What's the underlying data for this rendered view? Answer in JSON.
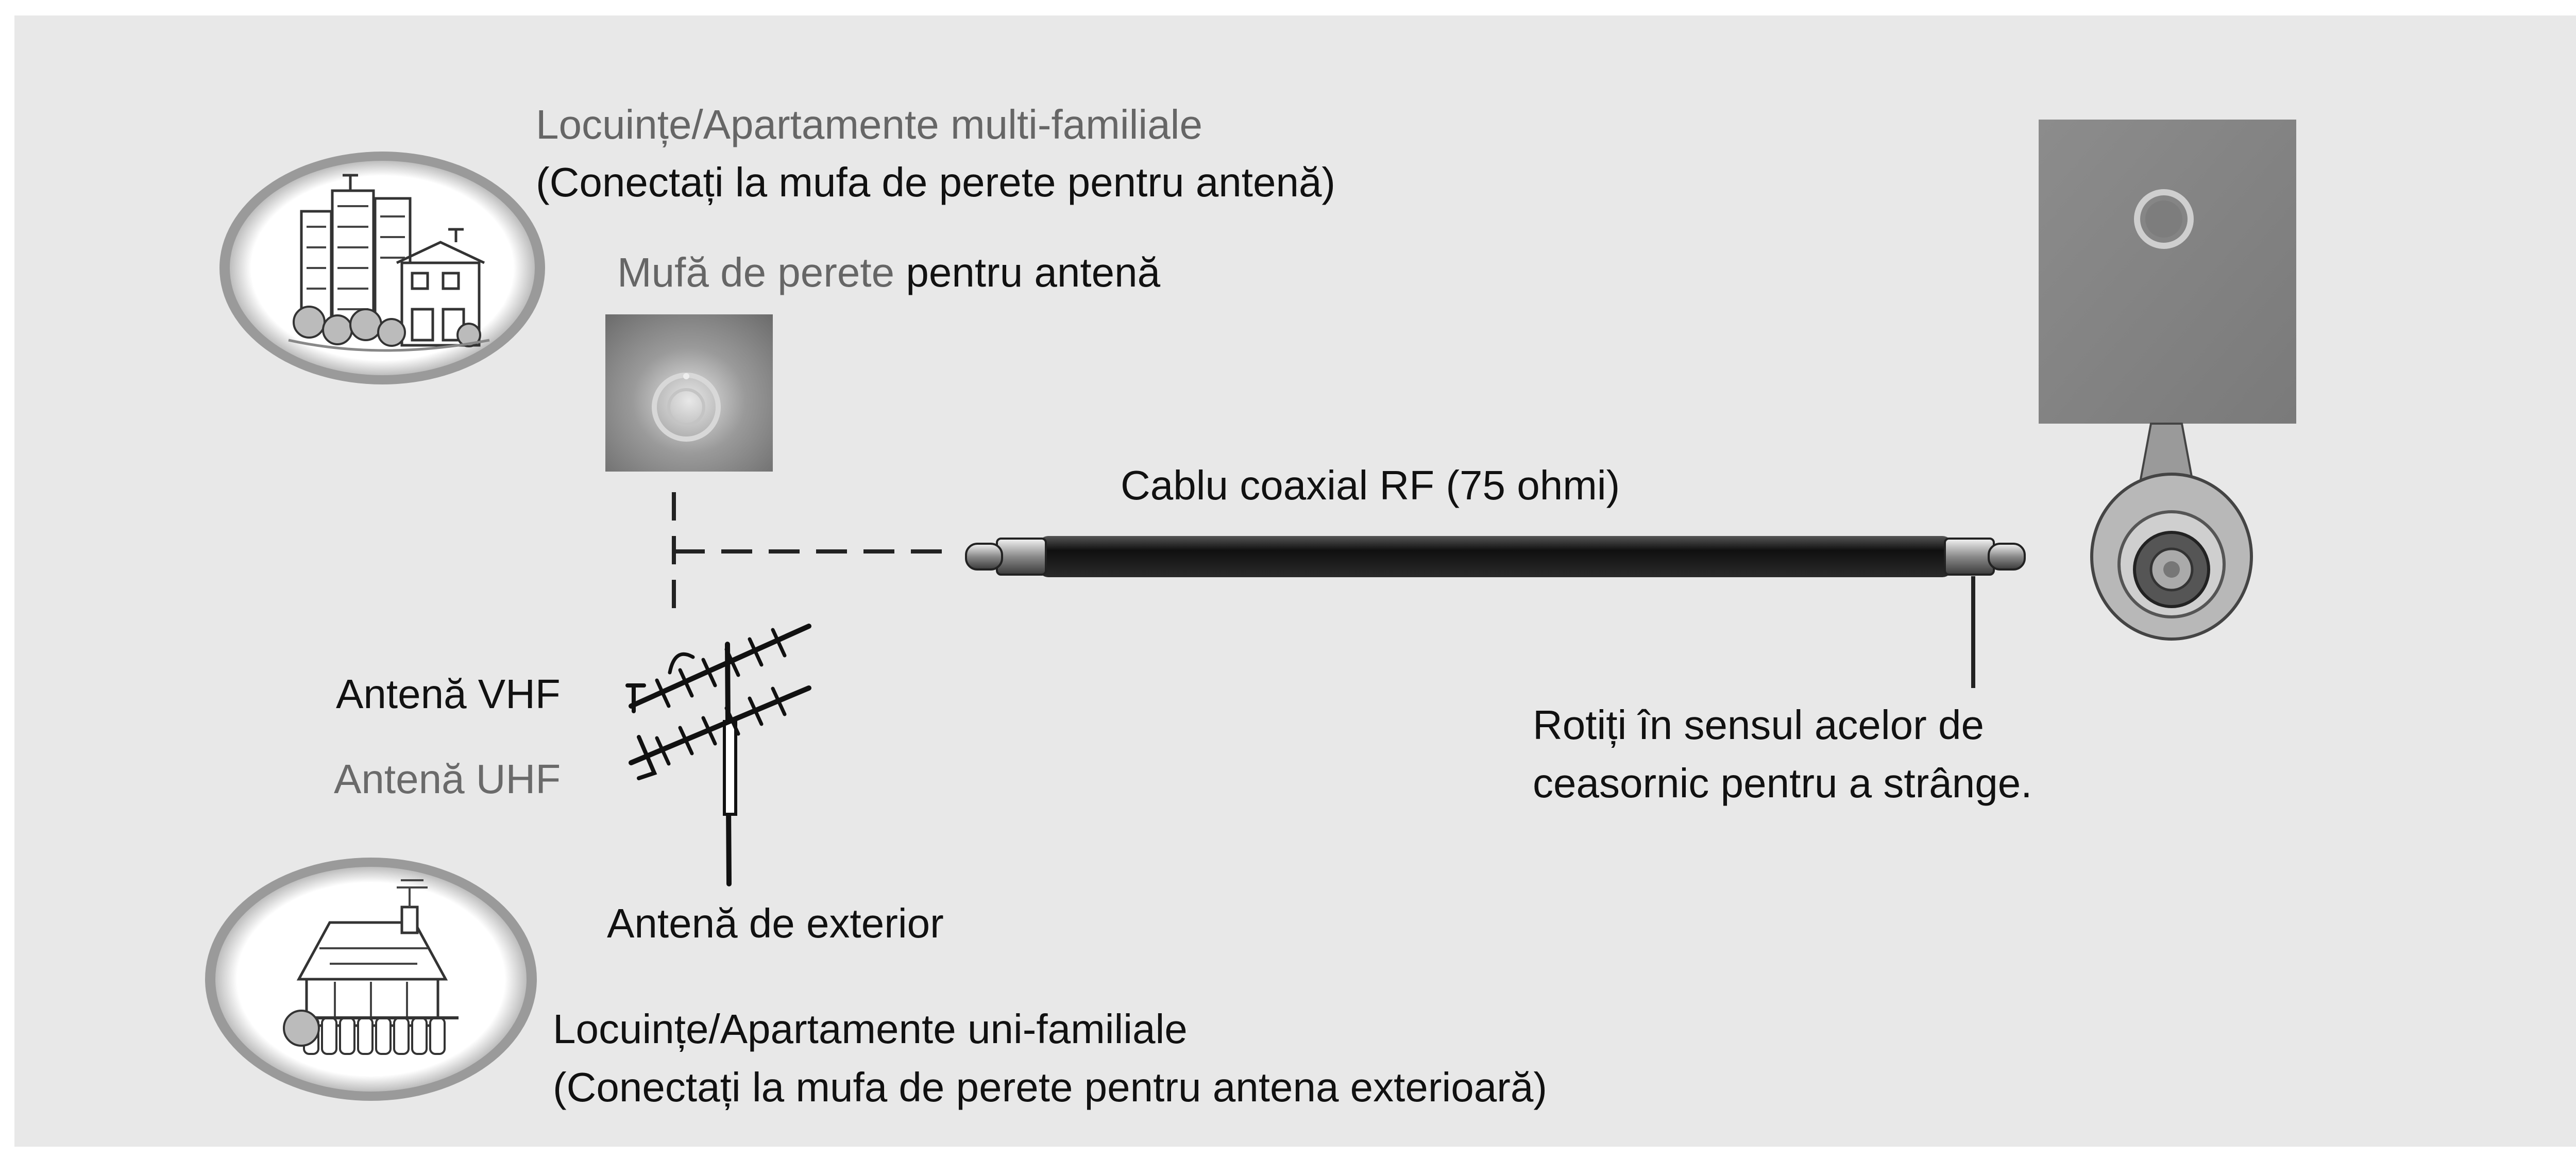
{
  "labels": {
    "multi_family_title": "Locuințe/Apartamente multi-familiale",
    "multi_family_note": "(Conectați la mufa de perete pentru antenă)",
    "wall_jack_part1": "Mufă de perete",
    "wall_jack_part2": " pentru antenă",
    "coax_cable": "Cablu coaxial RF (75 ohmi)",
    "vhf_antenna": "Antenă VHF",
    "uhf_antenna": "Antenă UHF",
    "outdoor_antenna": "Antenă de exterior",
    "rotate_line1": "Rotiți în sensul acelor de",
    "rotate_line2": "ceasornic pentru a strânge.",
    "single_family_title": "Locuințe/Apartamente uni-familiale",
    "single_family_note": "(Conectați la mufa de perete pentru antena exterioară)"
  },
  "icons": {
    "apartments": "apartment-buildings-icon",
    "house": "house-icon",
    "wall_jack": "antenna-wall-jack-icon",
    "antenna": "outdoor-antenna-icon",
    "cable": "coaxial-cable-icon",
    "tv_panel": "tv-back-panel-icon",
    "connector_zoom": "rf-connector-zoom-icon"
  },
  "colors": {
    "panel_background": "#e8e8e8",
    "cable": "#151515",
    "text": "#111111",
    "text_muted": "#666666"
  }
}
